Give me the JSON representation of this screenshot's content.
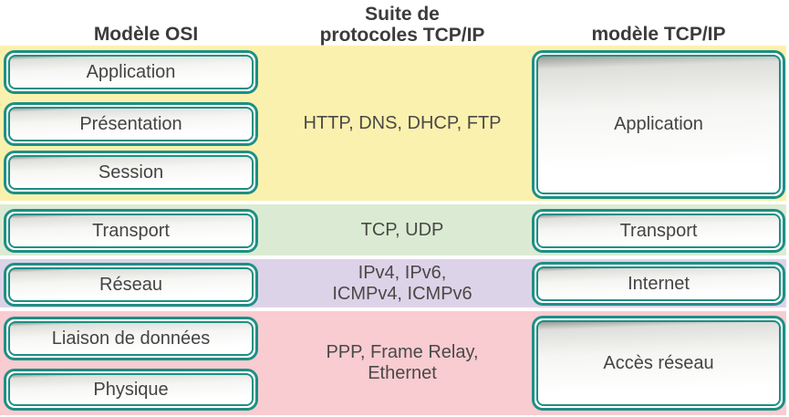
{
  "headers": {
    "osi_column": "Modèle OSI",
    "protocol_column_line1": "Suite de",
    "protocol_column_line2": "protocoles TCP/IP",
    "tcpip_column": "modèle TCP/IP"
  },
  "osi_model": {
    "layers": [
      "Application",
      "Présentation",
      "Session",
      "Transport",
      "Réseau",
      "Liaison de données",
      "Physique"
    ]
  },
  "protocol_suite": {
    "rows": [
      {
        "lines": [
          "HTTP, DNS, DHCP, FTP"
        ],
        "color": "#FBF1AE"
      },
      {
        "lines": [
          "TCP, UDP"
        ],
        "color": "#DBEBD3"
      },
      {
        "lines": [
          "IPv4, IPv6,",
          "ICMPv4, ICMPv6"
        ],
        "color": "#DDD3E8"
      },
      {
        "lines": [
          "PPP, Frame Relay,",
          "Ethernet"
        ],
        "color": "#F8CCD1"
      }
    ]
  },
  "tcpip_model": {
    "layers": [
      "Application",
      "Transport",
      "Internet",
      "Accès réseau"
    ]
  },
  "colors": {
    "box_border_teal": "#1E8F84",
    "band_yellow": "#FBF1AE",
    "band_green": "#DBEBD3",
    "band_purple": "#DDD3E8",
    "band_pink": "#F8CCD1",
    "text_dark": "#454442"
  }
}
